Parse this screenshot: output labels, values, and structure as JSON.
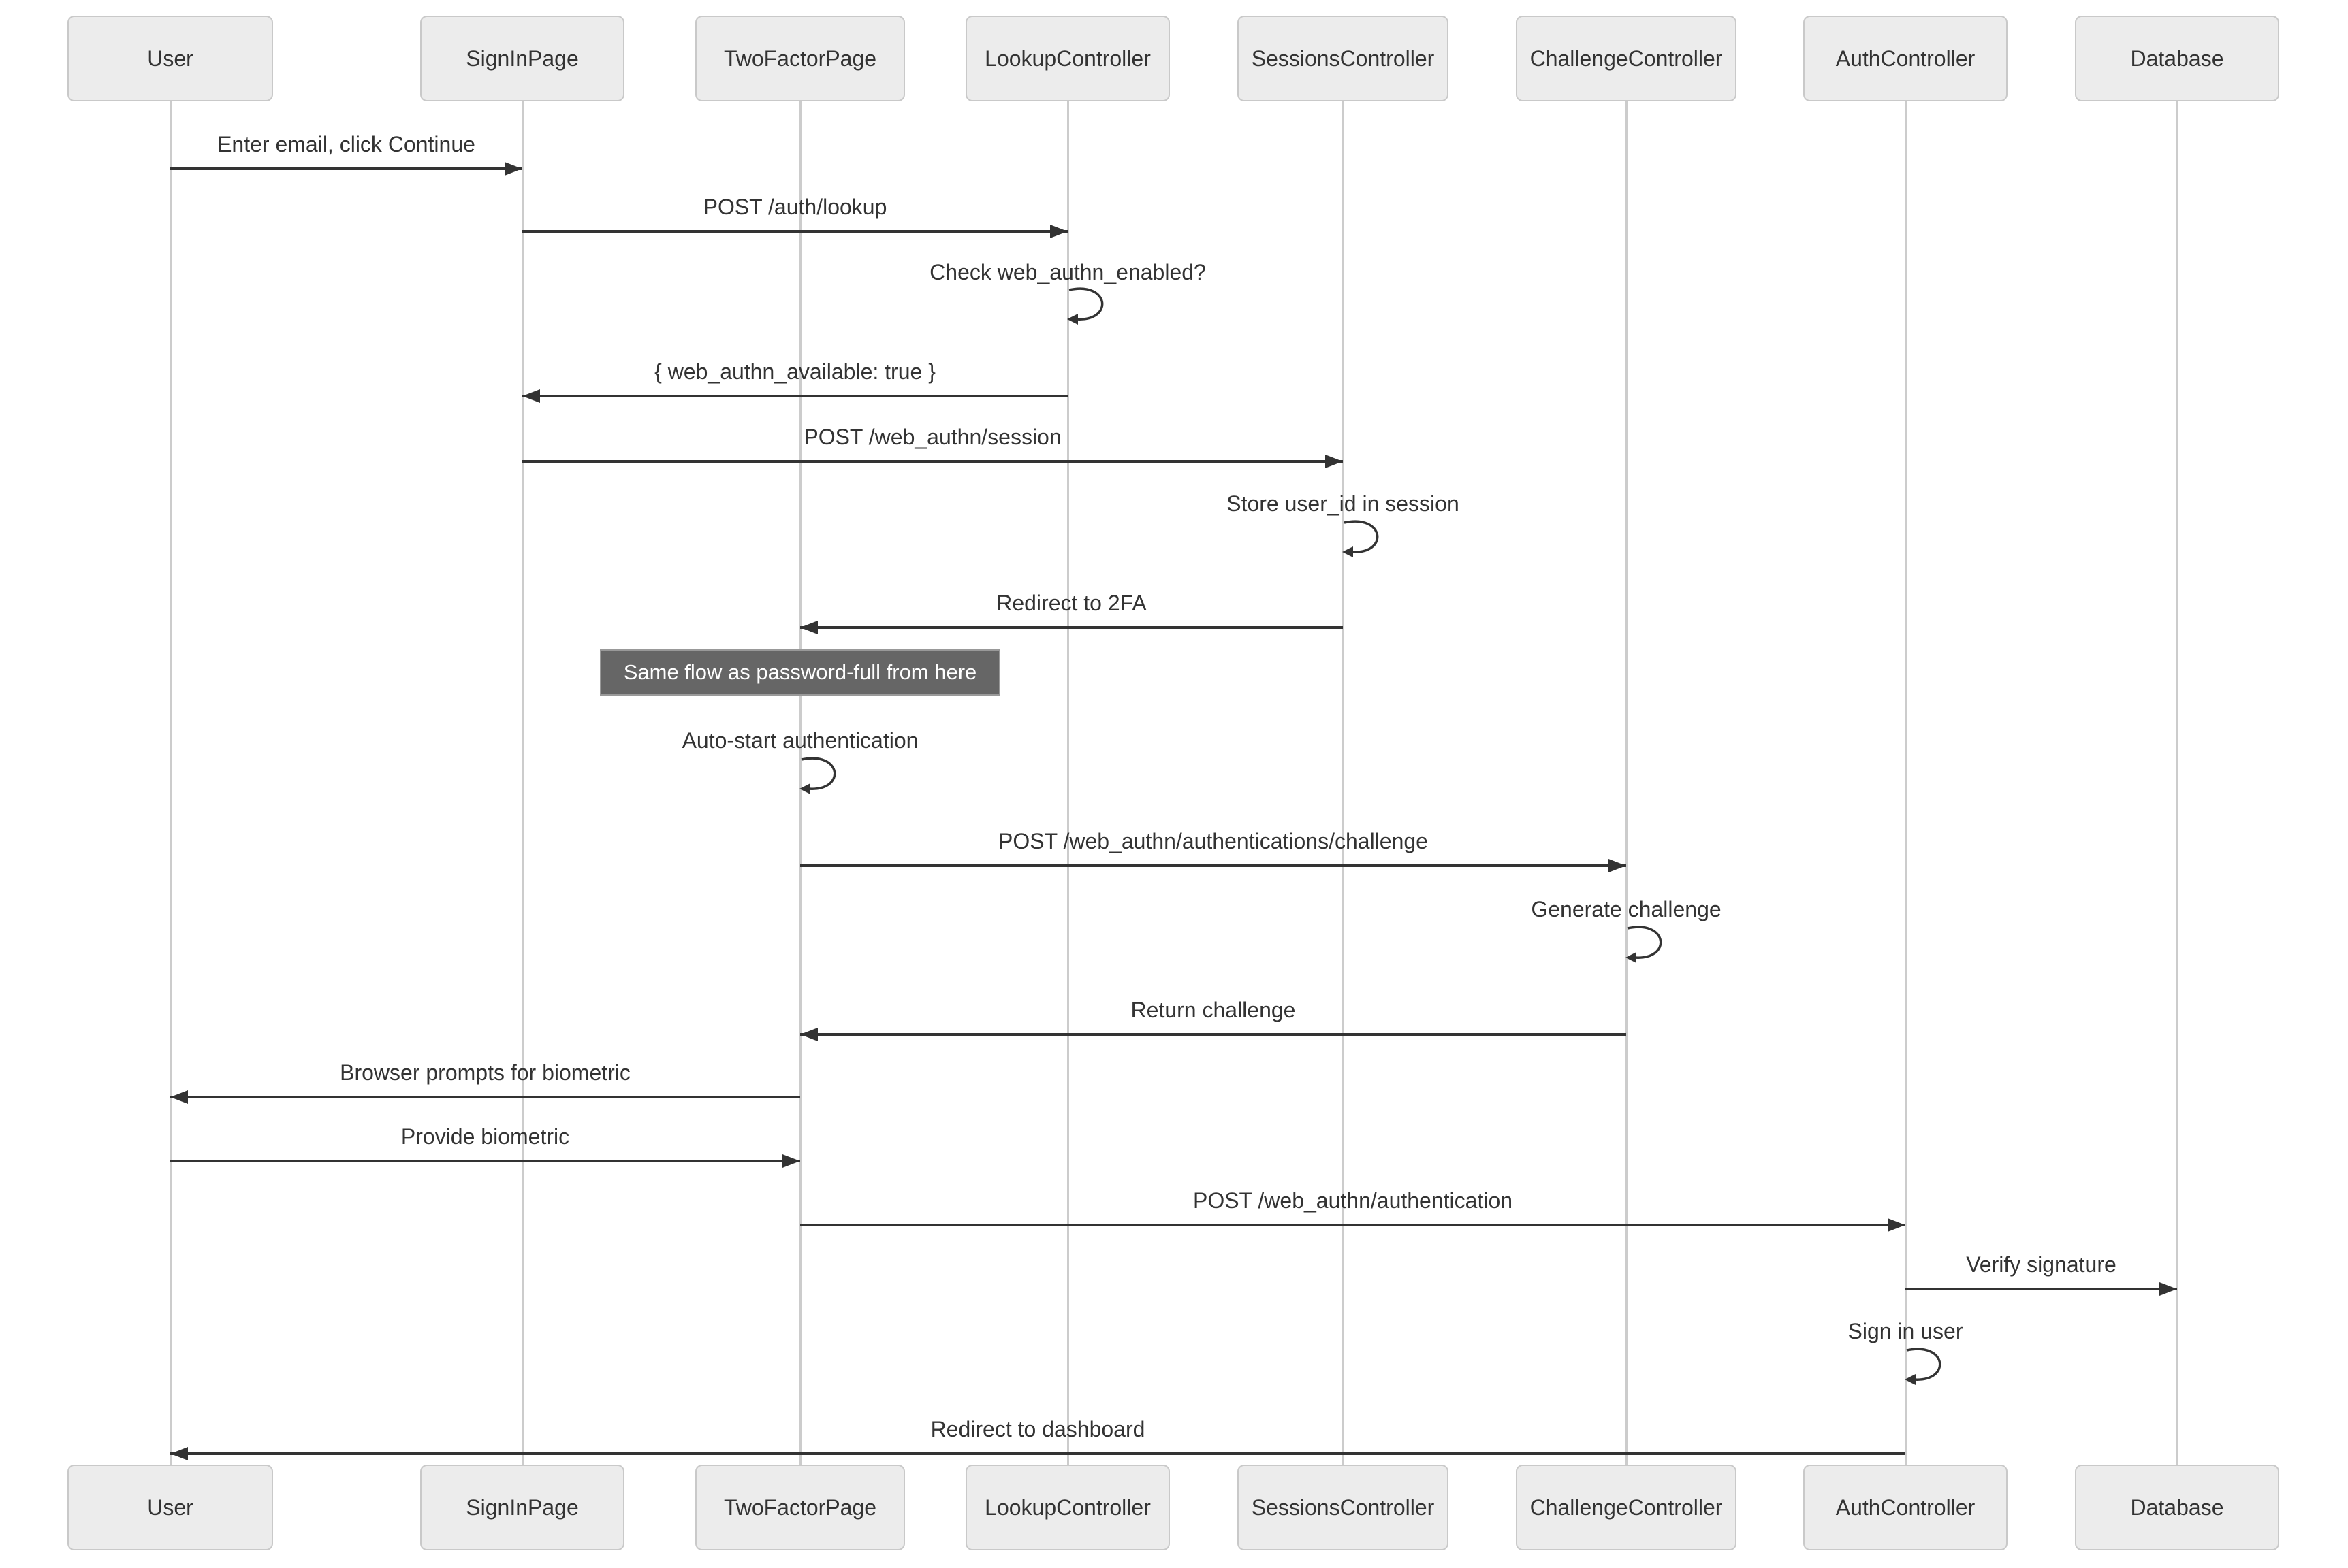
{
  "diagram": {
    "type": "sequence-diagram",
    "actors": [
      {
        "name": "User"
      },
      {
        "name": "SignInPage"
      },
      {
        "name": "TwoFactorPage"
      },
      {
        "name": "LookupController"
      },
      {
        "name": "SessionsController"
      },
      {
        "name": "ChallengeController"
      },
      {
        "name": "AuthController"
      },
      {
        "name": "Database"
      }
    ],
    "messages": [
      {
        "type": "message",
        "from": "User",
        "to": "SignInPage",
        "label": "Enter email, click Continue"
      },
      {
        "type": "message",
        "from": "SignInPage",
        "to": "LookupController",
        "label": "POST /auth/lookup"
      },
      {
        "type": "self",
        "actor": "LookupController",
        "label": "Check web_authn_enabled?"
      },
      {
        "type": "message",
        "from": "LookupController",
        "to": "SignInPage",
        "label": "{ web_authn_available: true }"
      },
      {
        "type": "message",
        "from": "SignInPage",
        "to": "SessionsController",
        "label": "POST /web_authn/session"
      },
      {
        "type": "self",
        "actor": "SessionsController",
        "label": "Store user_id in session"
      },
      {
        "type": "message",
        "from": "SessionsController",
        "to": "TwoFactorPage",
        "label": "Redirect to 2FA"
      },
      {
        "type": "note",
        "actor": "TwoFactorPage",
        "label": "Same flow as password-full from here"
      },
      {
        "type": "self",
        "actor": "TwoFactorPage",
        "label": "Auto-start authentication"
      },
      {
        "type": "message",
        "from": "TwoFactorPage",
        "to": "ChallengeController",
        "label": "POST /web_authn/authentications/challenge"
      },
      {
        "type": "self",
        "actor": "ChallengeController",
        "label": "Generate challenge"
      },
      {
        "type": "message",
        "from": "ChallengeController",
        "to": "TwoFactorPage",
        "label": "Return challenge"
      },
      {
        "type": "message",
        "from": "TwoFactorPage",
        "to": "User",
        "label": "Browser prompts for biometric"
      },
      {
        "type": "message",
        "from": "User",
        "to": "TwoFactorPage",
        "label": "Provide biometric"
      },
      {
        "type": "message",
        "from": "TwoFactorPage",
        "to": "AuthController",
        "label": "POST /web_authn/authentication"
      },
      {
        "type": "message",
        "from": "AuthController",
        "to": "Database",
        "label": "Verify signature"
      },
      {
        "type": "self",
        "actor": "AuthController",
        "label": "Sign in user"
      },
      {
        "type": "message",
        "from": "AuthController",
        "to": "User",
        "label": "Redirect to dashboard"
      }
    ],
    "colors": {
      "background": "#ffffff",
      "text": "#333333",
      "signal": "#333333",
      "lifeline": "#cccccc",
      "actor_fill": "#ececec",
      "actor_border": "#c9c9c9",
      "note_fill": "#666666",
      "note_border": "#999999",
      "note_text": "#ffffff"
    }
  }
}
